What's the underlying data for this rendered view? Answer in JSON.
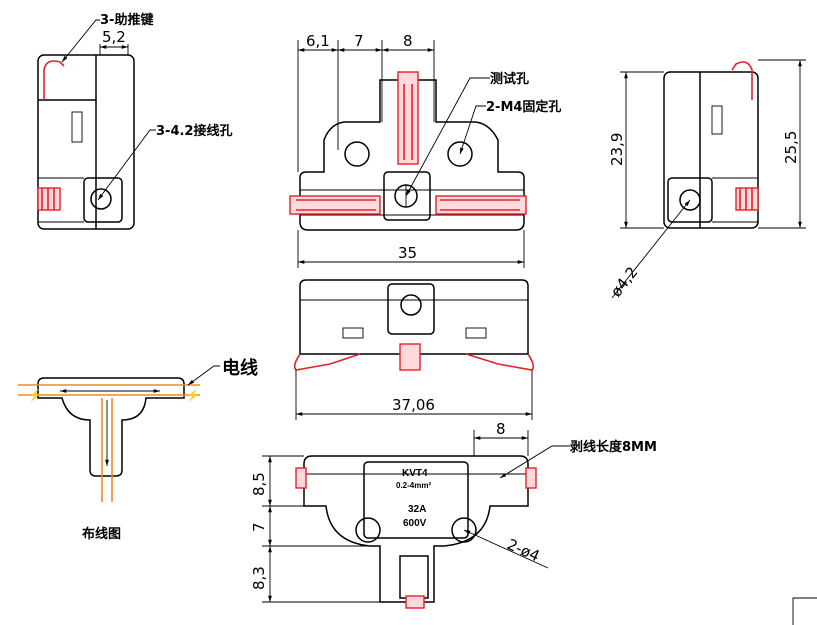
{
  "labels": {
    "ribs": "3-助推键",
    "wire_hole": "3-4.2接线孔",
    "test_hole": "测试孔",
    "mount_hole": "2-M4固定孔",
    "wire": "电线",
    "wiring_diagram": "布线图",
    "strip_length": "剥线长度8MM"
  },
  "dims": {
    "d_5_2": "5,2",
    "d_6_1": "6,1",
    "d_7_top": "7",
    "d_8_top": "8",
    "d_35": "35",
    "d_23_9": "23,9",
    "d_25_5": "25,5",
    "d_phi_4_2": "ø4,2",
    "d_37_06": "37,06",
    "d_8_bottom": "8",
    "d_8_5": "8,5",
    "d_7_left": "7",
    "d_8_3": "8,3",
    "d_2_phi4": "2-ø4"
  },
  "face": {
    "model": "KVT4",
    "range": "0.2-4mm²",
    "current": "32A",
    "voltage": "600V"
  },
  "colors": {
    "line": "#000000",
    "accent_red": "#e8202a",
    "wire_orange": "#f08a24"
  }
}
